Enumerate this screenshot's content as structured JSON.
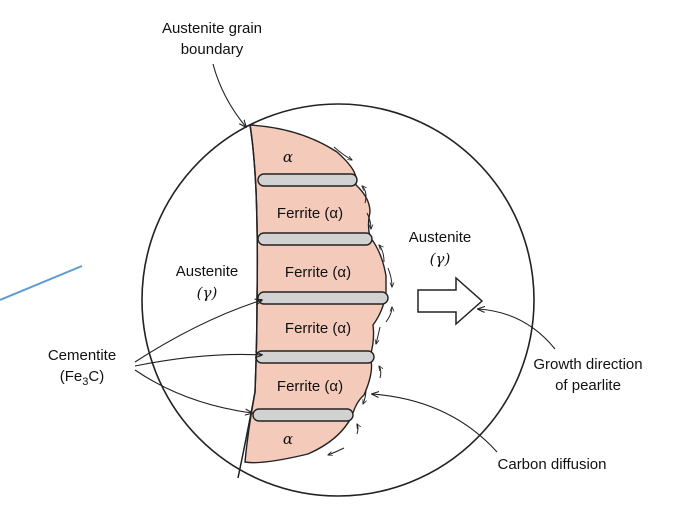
{
  "labels": {
    "grain_boundary_line1": "Austenite grain",
    "grain_boundary_line2": "boundary",
    "austenite_left": "Austenite",
    "austenite_left_symbol": "(γ)",
    "austenite_right": "Austenite",
    "austenite_right_symbol": "(γ)",
    "alpha_top": "α",
    "alpha_bottom": "α",
    "ferrite_1": "Ferrite (α)",
    "ferrite_2": "Ferrite (α)",
    "ferrite_3": "Ferrite (α)",
    "ferrite_4": "Ferrite (α)",
    "cementite_line1": "Cementite",
    "cementite_line2_prefix": "(Fe",
    "cementite_line2_sub": "3",
    "cementite_line2_suffix": "C)",
    "growth_line1": "Growth direction",
    "growth_line2": "of pearlite",
    "carbon_diffusion": "Carbon diffusion"
  },
  "colors": {
    "ferrite_fill": "#f4cbbb",
    "cementite_fill": "#d2d2d2",
    "outline": "#222222",
    "stray_line": "#5b9bd5"
  }
}
